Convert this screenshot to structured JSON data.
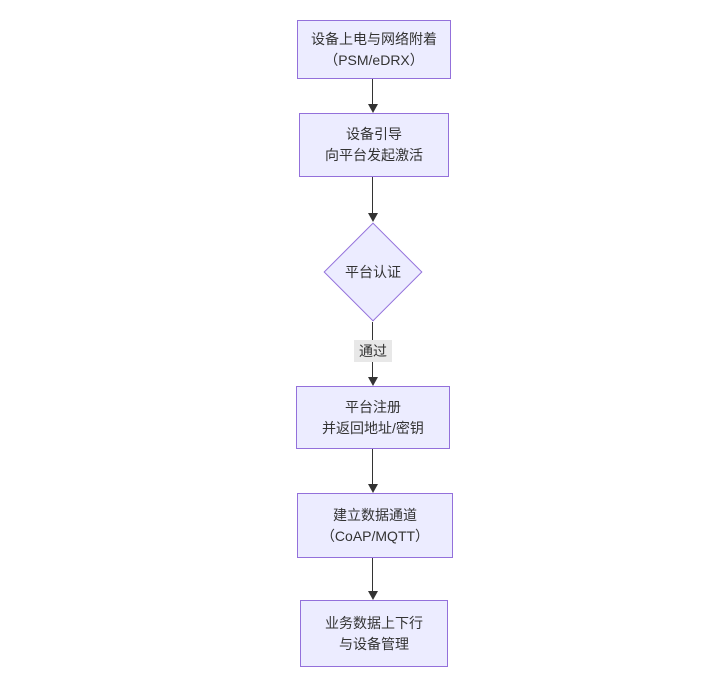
{
  "diagram": {
    "type": "flowchart-top-down",
    "colors": {
      "background": "#ffffff",
      "node_fill": "#ECECFF",
      "node_border": "#9370DB",
      "edge_line": "#333333",
      "text": "#333333",
      "edge_label_bg": "#e8e8e8"
    },
    "nodes": [
      {
        "id": "power-attach",
        "shape": "rect",
        "lines": [
          "设备上电与网络附着",
          "（PSM/eDRX）"
        ]
      },
      {
        "id": "bootstrap",
        "shape": "rect",
        "lines": [
          "设备引导",
          "向平台发起激活"
        ]
      },
      {
        "id": "platform-auth",
        "shape": "diamond",
        "lines": [
          "平台认证"
        ]
      },
      {
        "id": "register",
        "shape": "rect",
        "lines": [
          "平台注册",
          "并返回地址/密钥"
        ]
      },
      {
        "id": "data-channel",
        "shape": "rect",
        "lines": [
          "建立数据通道",
          "（CoAP/MQTT）"
        ]
      },
      {
        "id": "business",
        "shape": "rect",
        "lines": [
          "业务数据上下行",
          "与设备管理"
        ]
      }
    ],
    "edges": [
      {
        "from": "power-attach",
        "to": "bootstrap",
        "label": ""
      },
      {
        "from": "bootstrap",
        "to": "platform-auth",
        "label": ""
      },
      {
        "from": "platform-auth",
        "to": "register",
        "label": "通过"
      },
      {
        "from": "register",
        "to": "data-channel",
        "label": ""
      },
      {
        "from": "data-channel",
        "to": "business",
        "label": ""
      }
    ]
  }
}
